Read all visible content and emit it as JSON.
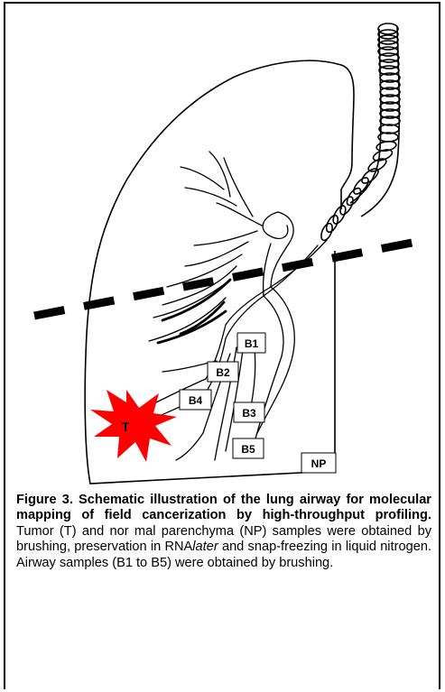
{
  "figure": {
    "labels": {
      "tumor": "T",
      "normal_parenchyma": "NP",
      "airway_samples": [
        "B1",
        "B2",
        "B3",
        "B4",
        "B5"
      ]
    },
    "colors": {
      "tumor": "#ff0000",
      "lines": "#000000",
      "background": "#ffffff"
    },
    "caption": {
      "title": "Figure 3. Schematic illustration of the lung airway for molecular mapping of field cancerization by high-throughput profiling.",
      "body_part1": "Tumor (T) and nor mal parenchyma (NP) samples were obtained by brushing, preservation in RNA",
      "body_italic": "later",
      "body_part2": " and snap-freezing in liquid nitrogen. Airway samples (B1 to B5) were obtained by brushing."
    }
  }
}
